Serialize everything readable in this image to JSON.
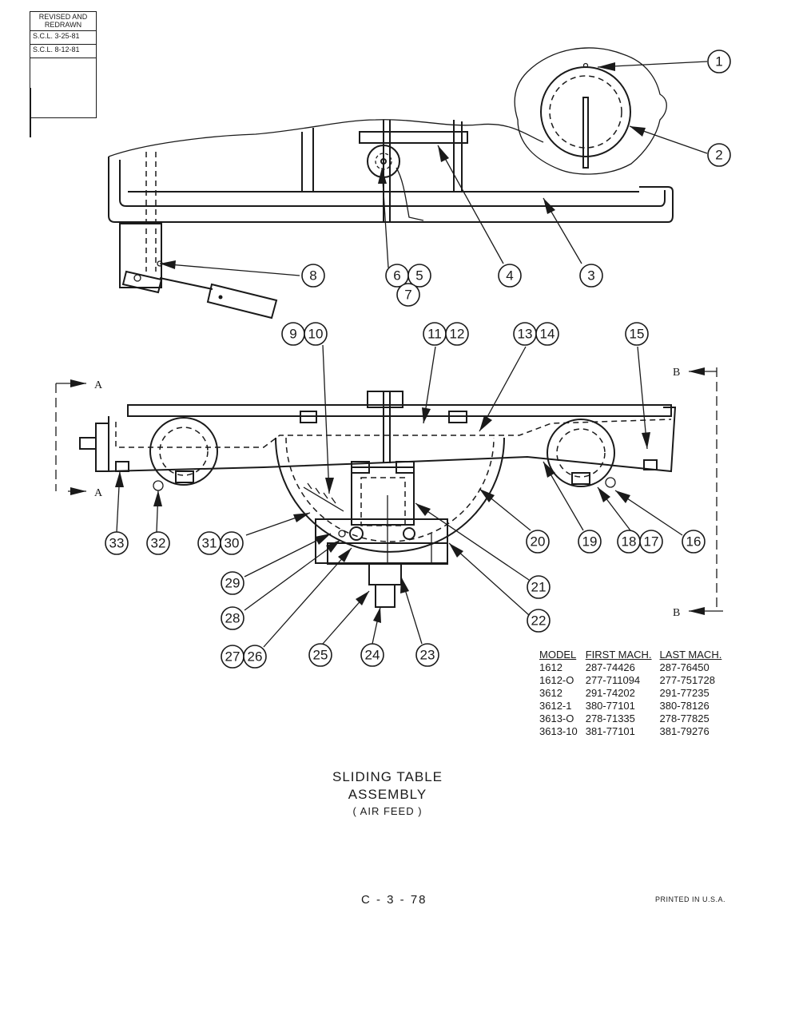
{
  "revision_block": {
    "header": "REVISED AND REDRAWN",
    "rows": [
      "S.C.L. 3-25-81",
      "S.C.L. 8-12-81",
      ""
    ]
  },
  "section_labels": {
    "a_top": "A",
    "a_bottom": "A",
    "b_top": "B",
    "b_bottom": "B"
  },
  "callouts": [
    "1",
    "2",
    "3",
    "4",
    "5",
    "6",
    "7",
    "8",
    "9",
    "10",
    "11",
    "12",
    "13",
    "14",
    "15",
    "16",
    "17",
    "18",
    "19",
    "20",
    "21",
    "22",
    "23",
    "24",
    "25",
    "26",
    "27",
    "28",
    "29",
    "30",
    "31",
    "32",
    "33"
  ],
  "model_table": {
    "headers": [
      "MODEL",
      "FIRST MACH.",
      "LAST MACH."
    ],
    "rows": [
      [
        "1612",
        "287-74426",
        "287-76450"
      ],
      [
        "1612-O",
        "277-711094",
        "277-751728"
      ],
      [
        "3612",
        "291-74202",
        "291-77235"
      ],
      [
        "3612-1",
        "380-77101",
        "380-78126"
      ],
      [
        "3613-O",
        "278-71335",
        "278-77825"
      ],
      [
        "3613-10",
        "381-77101",
        "381-79276"
      ]
    ]
  },
  "title": {
    "line1": "SLIDING TABLE",
    "line2": "ASSEMBLY",
    "subtitle": "( AIR FEED )"
  },
  "page_number": "C - 3 - 78",
  "printed_note": "PRINTED IN U.S.A."
}
